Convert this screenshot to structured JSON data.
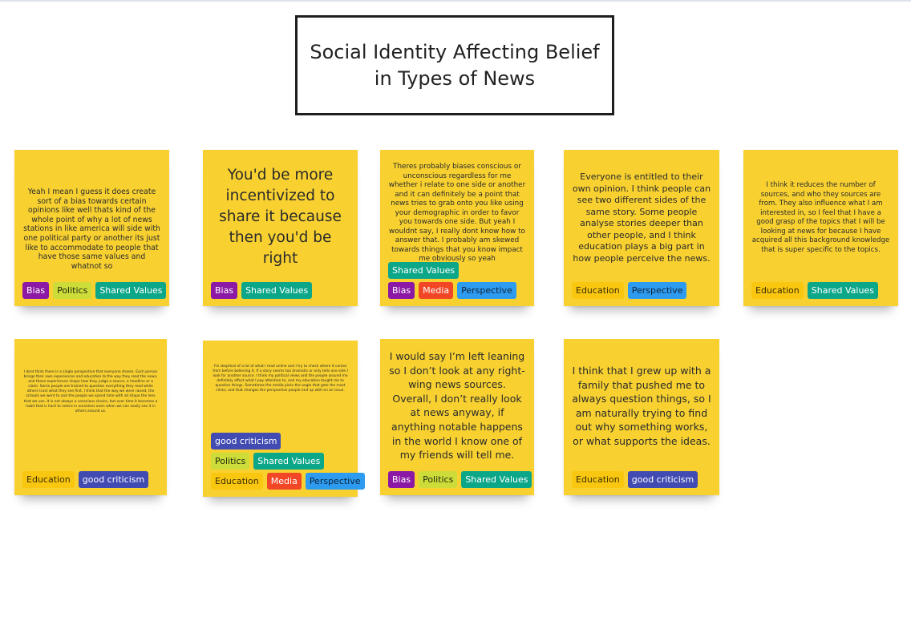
{
  "board": {
    "title": "Social Identity Affecting Belief in Types of News"
  },
  "tag_colors": {
    "Bias": {
      "bg": "#8b19a5",
      "fg": "#ffffff"
    },
    "Politics": {
      "bg": "#cddc39",
      "fg": "#1e2a10"
    },
    "Shared Values": {
      "bg": "#0ca789",
      "fg": "#ffffff"
    },
    "Media": {
      "bg": "#f24726",
      "fg": "#ffffff"
    },
    "Perspective": {
      "bg": "#2d9bf0",
      "fg": "#10243a"
    },
    "Education": {
      "bg": "#fac710",
      "fg": "#3a2e05"
    },
    "good criticism": {
      "bg": "#414bb2",
      "fg": "#ffffff"
    }
  },
  "notes": [
    {
      "text": "Yeah I mean I guess it does create sort of a bias towards certain opinions like well thats kind of the whole point of why a lot of news stations in like america will side with one political party or another its just like to accommodate to people that have those same values and whatnot so",
      "tag_rows": [
        [
          "Bias",
          "Politics",
          "Shared Values"
        ]
      ]
    },
    {
      "text": "You'd be more incentivized to share it because then you'd be right",
      "tag_rows": [
        [
          "Bias",
          "Shared Values"
        ]
      ]
    },
    {
      "text": "Theres probably biases conscious or unconscious regardless for me whether i relate to one side or another and it can definitely be a point that news tries to grab onto you like using your demographic in order to favor you towards one side. But yeah I wouldnt say, I really dont know how to answer that. I probably am skewed towards things that you know impact me obviously so yeah",
      "tag_rows": [
        [
          "Shared Values"
        ],
        [
          "Bias",
          "Media",
          "Perspective"
        ]
      ]
    },
    {
      "text": "Everyone is entitled to their own opinion. I think people can see two different sides of the same story. Some people analyse stories deeper than other people, and I think education plays a big part in how people perceive the news.",
      "tag_rows": [
        [
          "Education",
          "Perspective"
        ]
      ]
    },
    {
      "text": "I think it reduces the number of sources, and who they sources are from. They also influence what I am interested in, so I feel that I have a good grasp of the topics that I will be looking at news for because I have acquired all this background knowledge that is super specific to the topics.",
      "tag_rows": [
        [
          "Education",
          "Shared Values"
        ]
      ]
    },
    {
      "text": "I dont think there is a single perspective that everyone shares. Each person brings their own experiences and education to the way they read the news, and those experiences shape how they judge a source, a headline or a claim. Some people are trained to question everything they read while others trust what they see first. I think that the way we were raised, the schools we went to and the people we spend time with all shape the lens that we use. It is not always a conscious choice, but over time it becomes a habit that is hard to notice in ourselves even when we can easily see it in others around us.",
      "tag_rows": [
        [
          "Education",
          "good criticism"
        ]
      ]
    },
    {
      "text": "I'm skeptical of a lot of what I read online and I try to check where it comes from before believing it. If a story seems too dramatic or only tells one side I look for another source. I think my political views and the people around me definitely affect what I pay attention to, and my education taught me to question things. Sometimes the media picks the angle that gets the most clicks, and that changes the perspective people end up with on an issue.",
      "tag_rows": [
        [
          "good criticism"
        ],
        [
          "Politics",
          "Shared Values"
        ],
        [
          "Education",
          "Media",
          "Perspective"
        ]
      ]
    },
    {
      "text": "I would say I’m left leaning so I don’t look at any right-wing news sources. Overall, I don’t really look at news anyway, if anything notable happens in the world I know one of my friends will tell me.",
      "tag_rows": [
        [
          "Bias",
          "Politics",
          "Shared Values"
        ]
      ]
    },
    {
      "text": "I think that I grew up with a family that pushed me to always question things, so I am naturally trying to find out why something works, or what supports the ideas.",
      "tag_rows": [
        [
          "Education",
          "good criticism"
        ]
      ]
    }
  ]
}
